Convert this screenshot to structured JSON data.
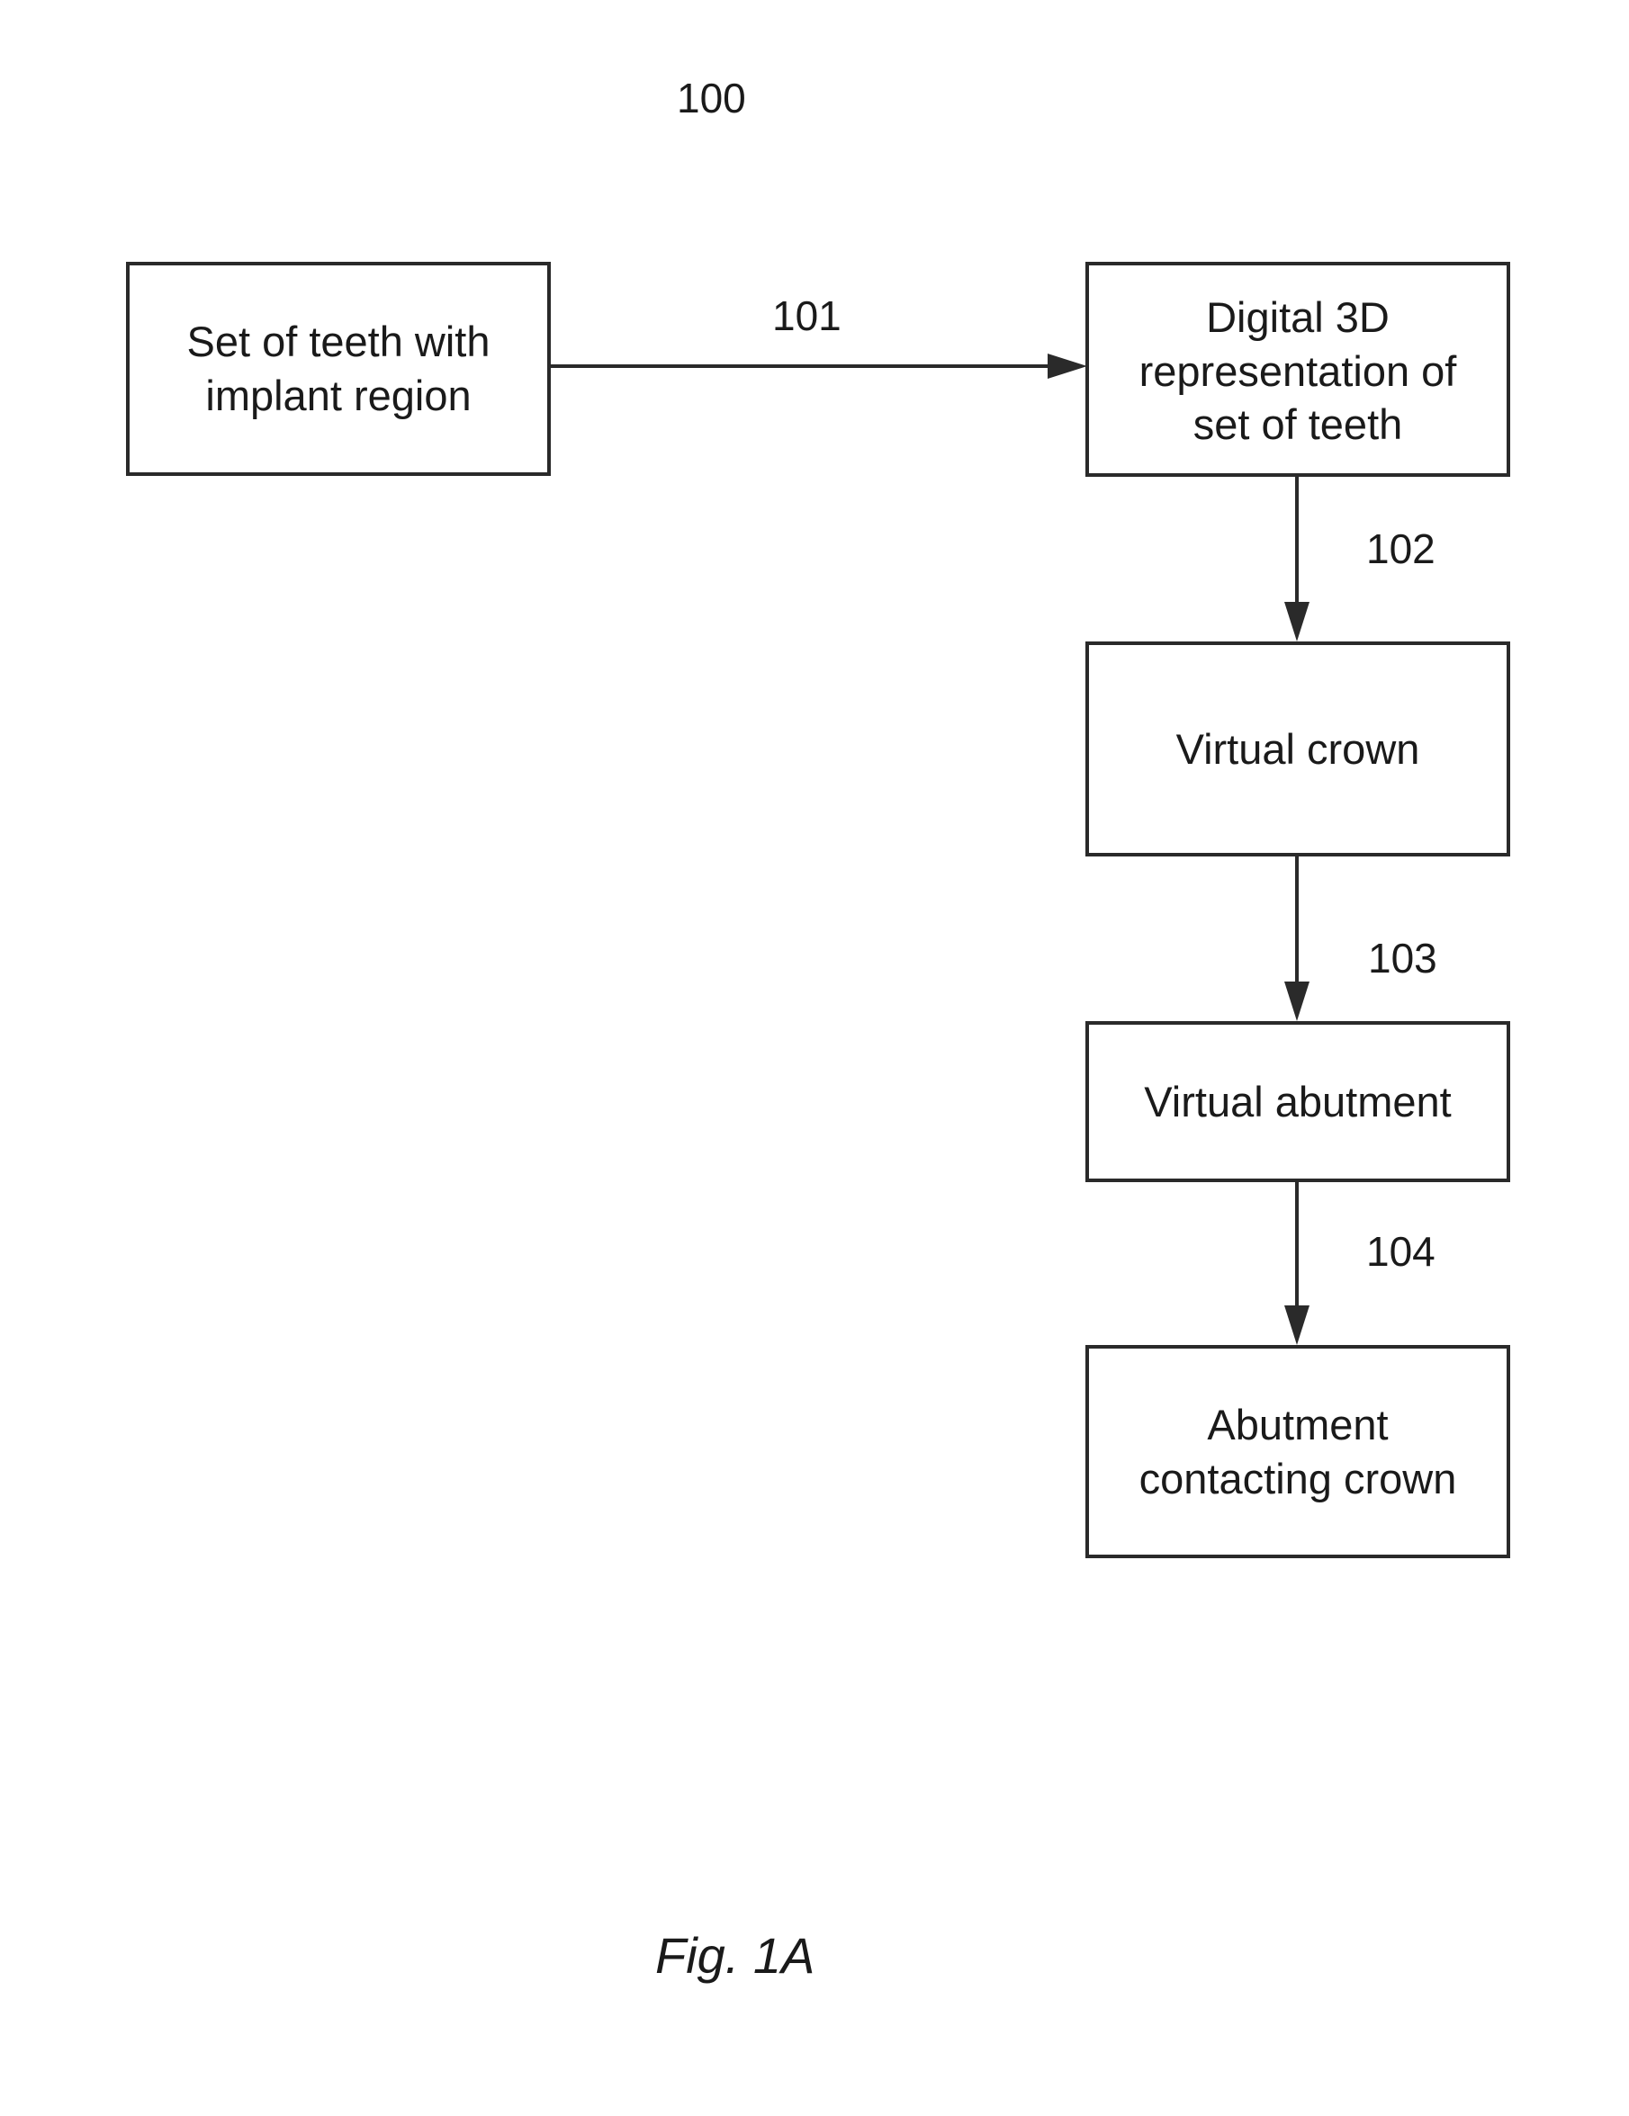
{
  "diagram": {
    "reference": "100",
    "nodes": [
      {
        "id": "set-of-teeth",
        "lines": [
          "Set of teeth with",
          "implant region"
        ]
      },
      {
        "id": "digital-3d",
        "lines": [
          "Digital 3D",
          "representation of",
          "set of teeth"
        ]
      },
      {
        "id": "virtual-crown",
        "lines": [
          "Virtual crown"
        ]
      },
      {
        "id": "virtual-abutment",
        "lines": [
          "Virtual abutment"
        ]
      },
      {
        "id": "abutment-contacting-crown",
        "lines": [
          "Abutment",
          "contacting crown"
        ]
      }
    ],
    "edges": [
      {
        "from": "set-of-teeth",
        "to": "digital-3d",
        "label": "101"
      },
      {
        "from": "digital-3d",
        "to": "virtual-crown",
        "label": "102"
      },
      {
        "from": "virtual-crown",
        "to": "virtual-abutment",
        "label": "103"
      },
      {
        "from": "virtual-abutment",
        "to": "abutment-contacting-crown",
        "label": "104"
      }
    ],
    "caption": "Fig. 1A"
  }
}
